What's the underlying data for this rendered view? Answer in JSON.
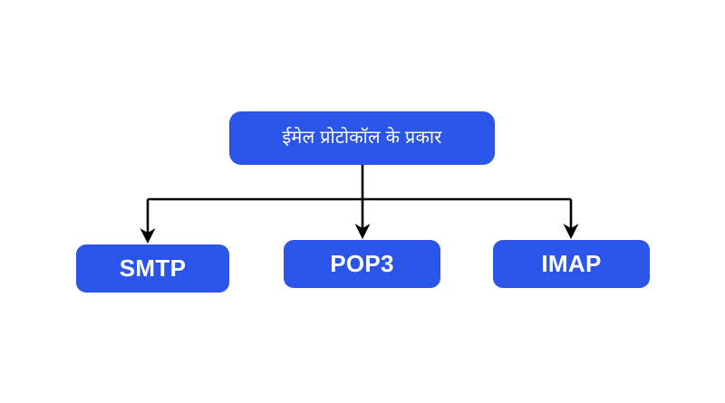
{
  "diagram": {
    "type": "tree-hierarchy",
    "orientation": "top-down",
    "background_color": "#ffffff",
    "node_color": "#2b55e8",
    "node_text_color": "#ffffff",
    "connector_color": "#000000",
    "root": {
      "label": "ईमेल प्रोटोकॉल के प्रकार"
    },
    "children": [
      {
        "label": "SMTP"
      },
      {
        "label": "POP3"
      },
      {
        "label": "IMAP"
      }
    ]
  }
}
